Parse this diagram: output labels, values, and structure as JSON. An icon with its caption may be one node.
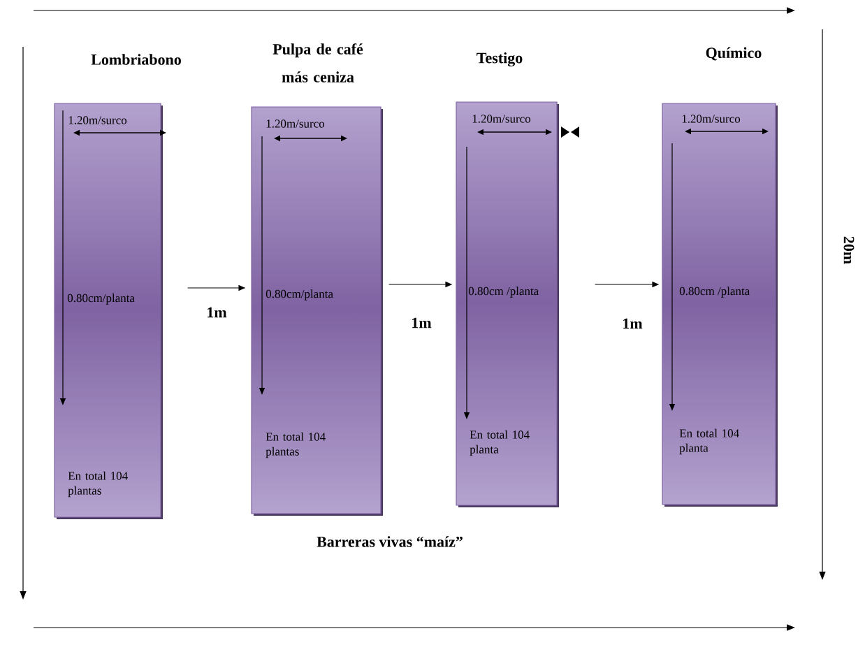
{
  "diagram": {
    "nodes": [
      {
        "text": [
          "Lombriabono",
          "1.20m/surco",
          "0.80cm/planta",
          "En total 104 plantas"
        ]
      },
      {
        "text": [
          "Pulpa de café más ceniza",
          "1.20m/surco",
          "0.80cm/planta",
          "En total 104 plantas"
        ]
      },
      {
        "text": [
          "Testigo",
          "1.20m/surco",
          "0.80cm /planta",
          "En total 104 planta"
        ]
      },
      {
        "text": [
          "Químico",
          "1.20m/surco",
          "0.80cm /planta",
          "En total 104 planta"
        ]
      }
    ],
    "edges": [
      {
        "from": 0,
        "to": 1,
        "arrow": "to",
        "label": "1m"
      },
      {
        "from": 1,
        "to": 2,
        "arrow": "to",
        "label": "1m"
      },
      {
        "from": 2,
        "to": 3,
        "arrow": "to",
        "label": "1m"
      }
    ],
    "labels": [
      "20m",
      "Barreras vivas “maíz”"
    ]
  }
}
